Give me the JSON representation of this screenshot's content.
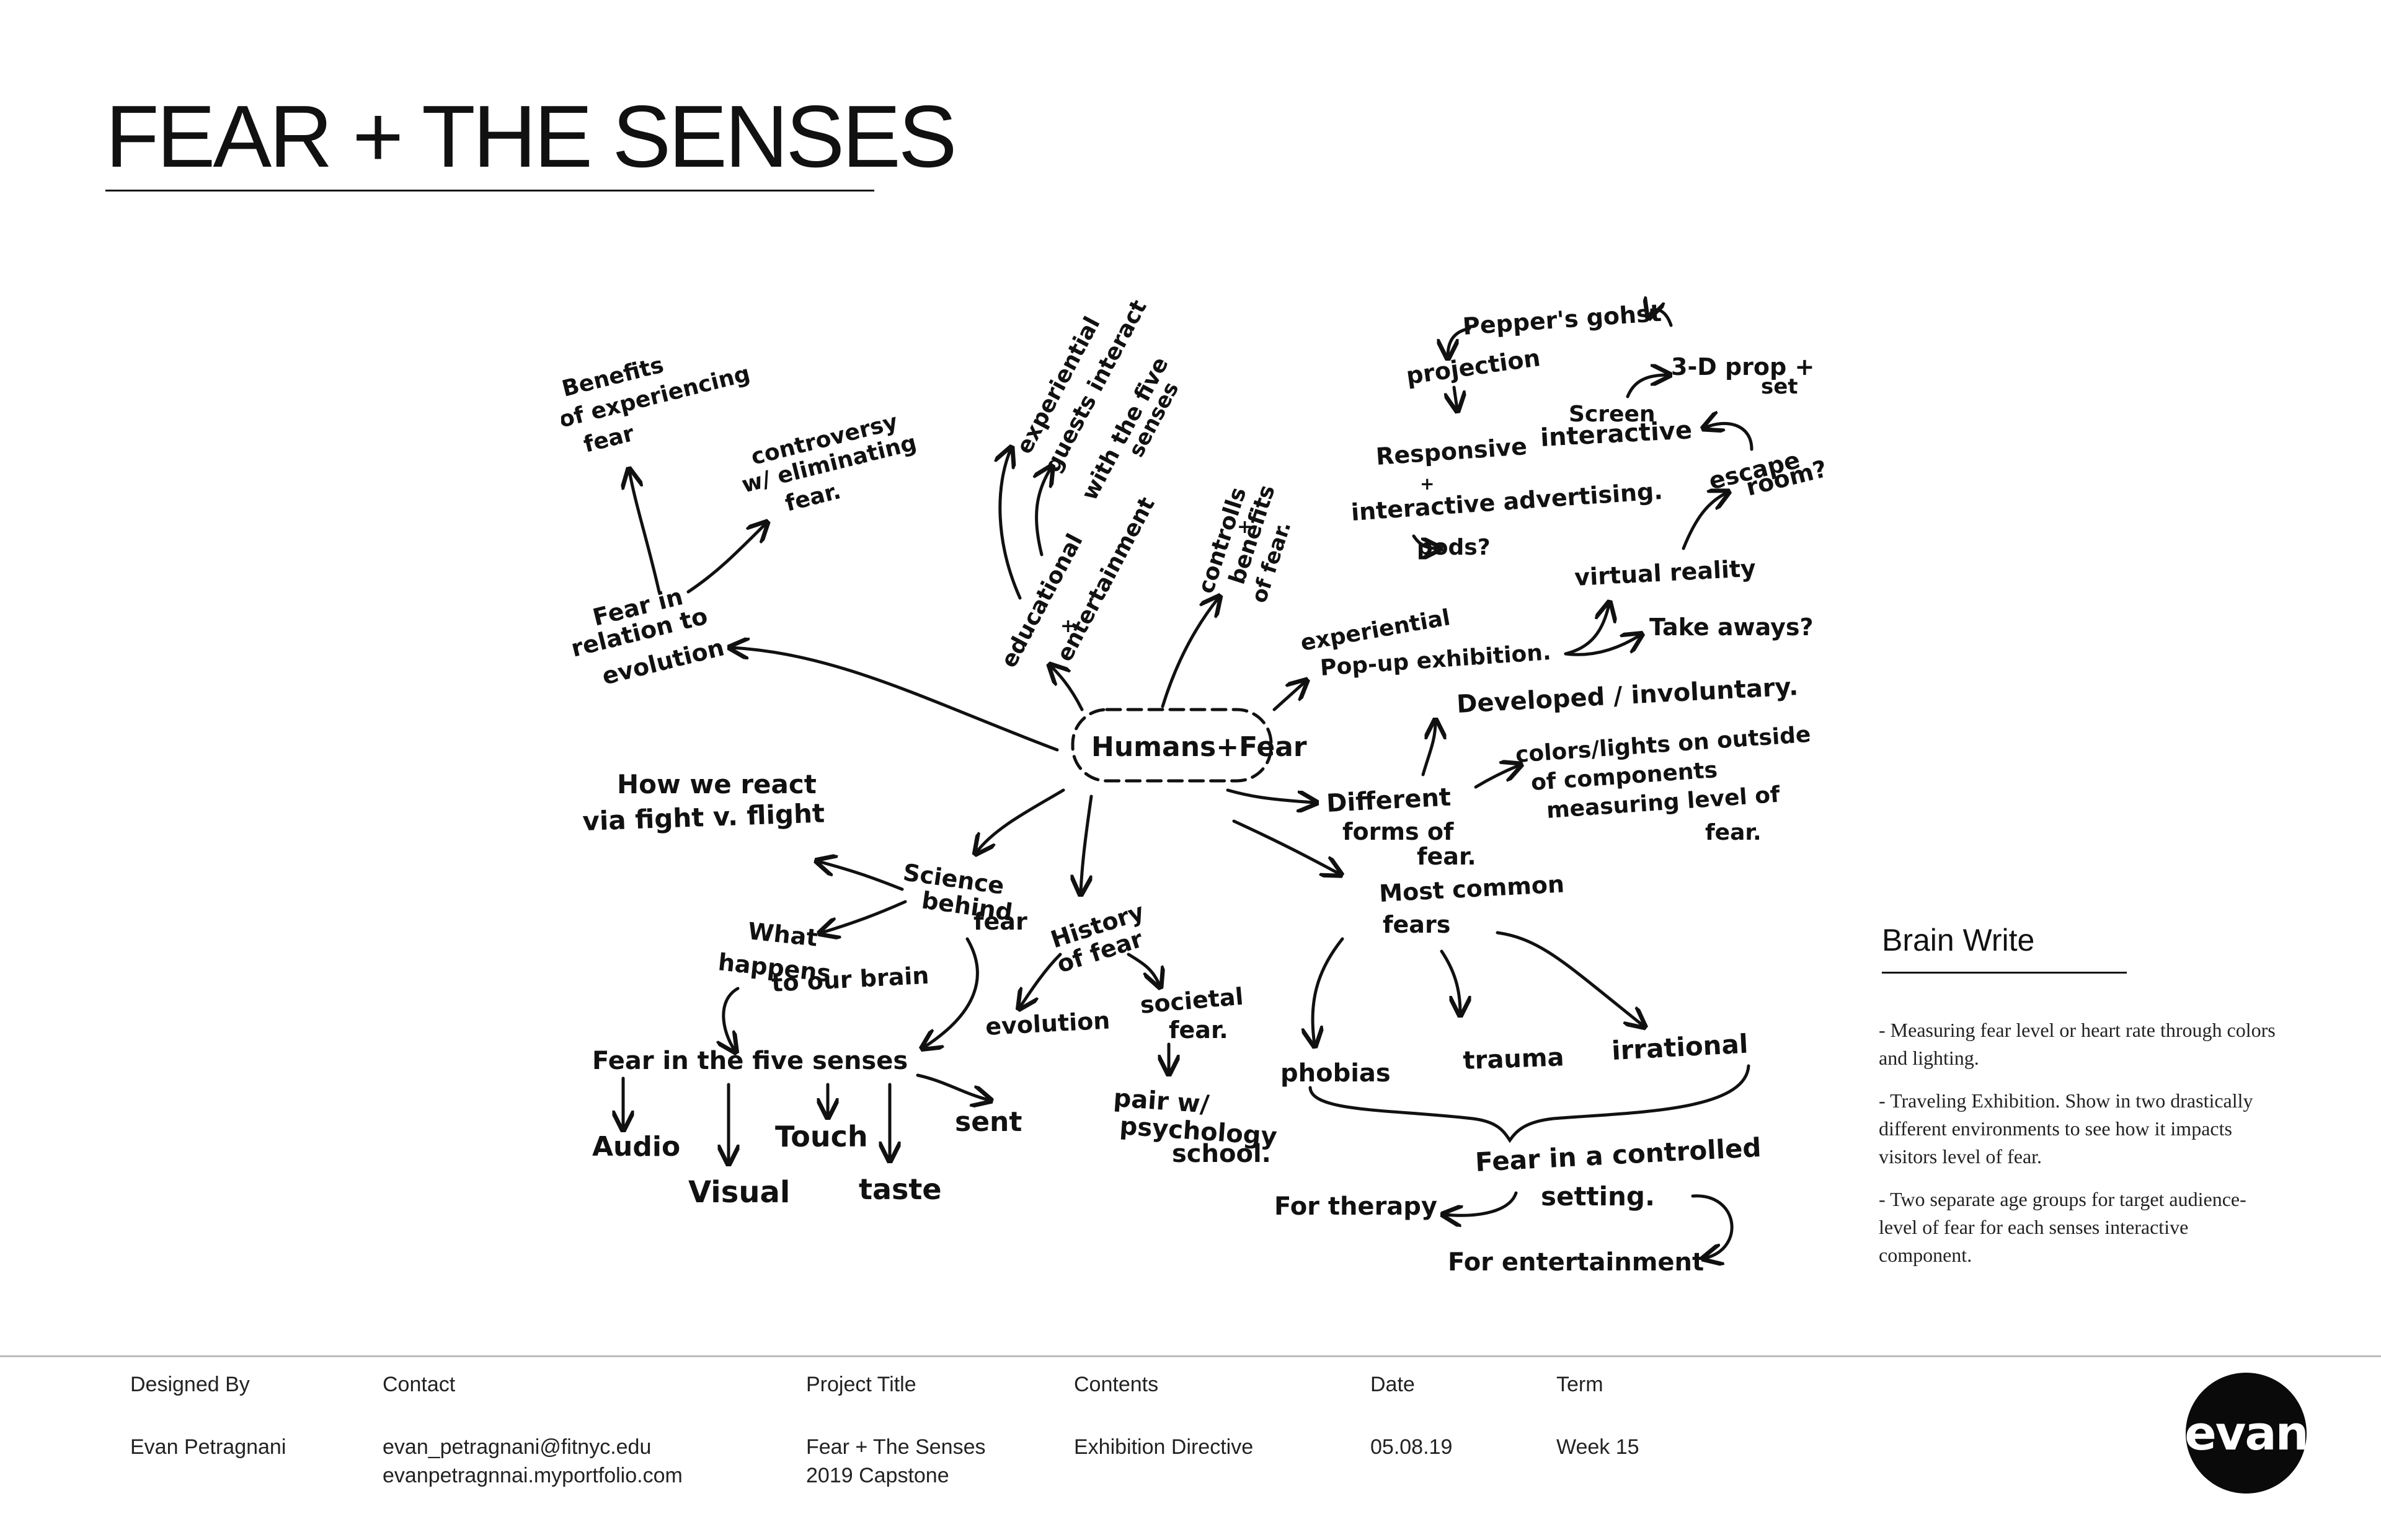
{
  "header": {
    "title": "FEAR + THE SENSES"
  },
  "mindmap": {
    "center": "Humans+Fear",
    "nodes": {
      "benefits1": "Benefits",
      "benefits2": "of experiencing",
      "benefits3": "fear",
      "controversy1": "controversy",
      "controversy2": "w/ eliminating",
      "controversy3": "fear.",
      "evolution_rel1": "Fear in",
      "evolution_rel2": "relation to",
      "evolution_rel3": "evolution",
      "experiential": "experiential",
      "guests": "guests interact",
      "five_senses_a": "with the five",
      "five_senses_b": "senses",
      "educational": "educational",
      "plus1": "+",
      "entertainment": "entertainment",
      "controlls": "controlls",
      "plus2": "+",
      "benefits_b": "benefits",
      "of_fear": "of fear.",
      "peppers": "Pepper's gohst",
      "projection": "projection",
      "prop1": "3-D prop +",
      "prop2": "set",
      "screen1": "Screen",
      "screen2": "interactive",
      "responsive1": "Responsive",
      "responsive_plus": "+",
      "responsive2": "interactive advertising.",
      "pods": "pods?",
      "escape1": "escape",
      "escape2": "room?",
      "vr": "virtual reality",
      "popup1": "experiential",
      "popup2": "Pop-up exhibition.",
      "takeaways": "Take aways?",
      "developed": "Developed / involuntary.",
      "colors1": "colors/lights on outside",
      "colors2": "of components",
      "colors3": "measuring level of",
      "colors4": "fear.",
      "different1": "Different",
      "different2": "forms of",
      "different3": "fear.",
      "react1": "How we react",
      "react2": "via fight v. flight",
      "science1": "Science",
      "science2": "behind",
      "science3": "fear",
      "what1": "What",
      "what2": "happens",
      "what3": "to our brain",
      "history1": "History",
      "history2": "of fear",
      "evolution": "evolution",
      "societal1": "societal",
      "societal2": "fear.",
      "pair1": "pair w/",
      "pair2": "psychology",
      "pair3": "school.",
      "senses_root": "Fear in the five senses",
      "audio": "Audio",
      "visual": "Visual",
      "touch": "Touch",
      "taste": "taste",
      "sent": "sent",
      "common1": "Most common",
      "common2": "fears",
      "phobias": "phobias",
      "trauma": "trauma",
      "irrational": "irrational",
      "controlled1": "Fear in a controlled",
      "controlled2": "setting.",
      "therapy": "For therapy",
      "entertain": "For entertainment"
    }
  },
  "sidebar": {
    "title": "Brain Write",
    "notes": [
      "- Measuring fear level or heart rate through colors and lighting.",
      "- Traveling Exhibition. Show in two drastically different environments to see how it impacts visitors level of fear.",
      "-  Two separate age groups for target audience- level of fear for each senses interactive component."
    ]
  },
  "footer": {
    "designed_by": {
      "label": "Designed By",
      "value": "Evan Petragnani"
    },
    "contact": {
      "label": "Contact",
      "line1": "evan_petragnani@fitnyc.edu",
      "line2": "evanpetragnnai.myportfolio.com"
    },
    "project": {
      "label": "Project Title",
      "line1": "Fear + The Senses",
      "line2": "2019 Capstone"
    },
    "contents": {
      "label": "Contents",
      "value": "Exhibition Directive"
    },
    "date": {
      "label": "Date",
      "value": "05.08.19"
    },
    "term": {
      "label": "Term",
      "value": "Week 15"
    },
    "logo": "evan"
  }
}
